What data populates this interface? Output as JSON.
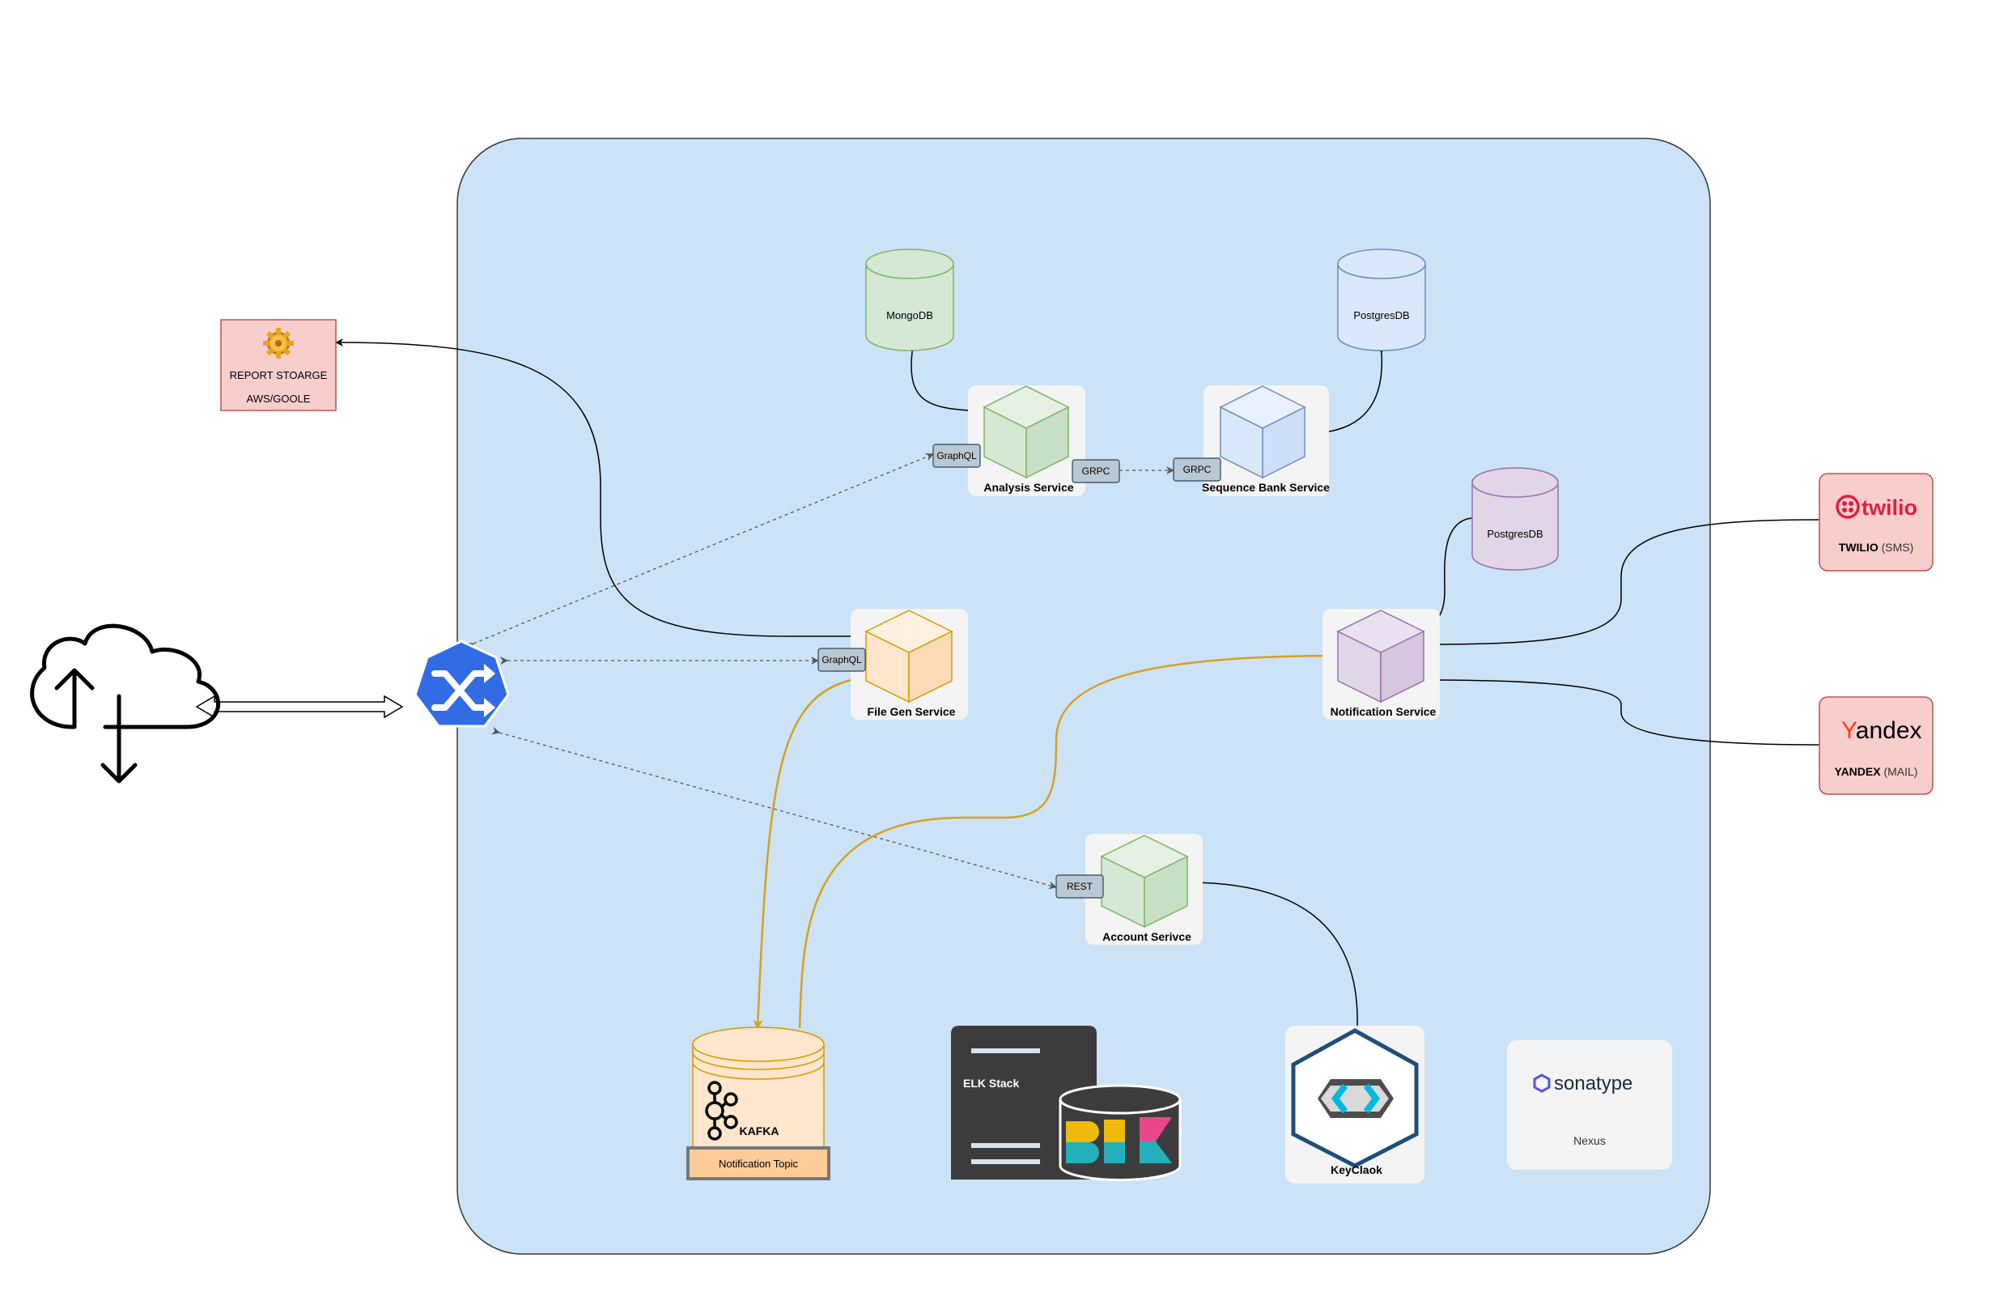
{
  "nodes": {
    "mongodb": "MongoDB",
    "postgres_sequence": "PostgresDB",
    "postgres_notification": "PostgresDB",
    "analysis_service": "Analysis Service",
    "sequence_bank_service": "Sequence Bank Service",
    "file_gen_service": "File Gen Service",
    "notification_service": "Notification Service",
    "account_service": "Account Serivce",
    "report_storage_line1": "REPORT STOARGE",
    "report_storage_line2": "AWS/GOOLE",
    "kafka": "KAFKA",
    "notification_topic": "Notification Topic",
    "elk_stack": "ELK Stack",
    "keycloak": "KeyClaok",
    "nexus": "Nexus",
    "sonatype_logo": "sonatype",
    "twilio_logo": "twilio",
    "twilio_label_bold": "TWILIO",
    "twilio_label_rest": " (SMS)",
    "yandex_logo_first": "Y",
    "yandex_logo_rest": "andex",
    "yandex_label_bold": "YANDEX",
    "yandex_label_rest": " (MAIL)"
  },
  "tags": {
    "graphql_analysis": "GraphQL",
    "grpc_analysis": "GRPC",
    "grpc_sequence": "GRPC",
    "graphql_filegen": "GraphQL",
    "rest_account": "REST"
  },
  "colors": {
    "container_fill": "#cce3f7",
    "container_stroke": "#36393d",
    "green_fill": "#d5e8d4",
    "green_stroke": "#82b366",
    "blue_fill": "#dae8fc",
    "blue_stroke": "#6c8ebf",
    "purple_fill": "#e1d5e7",
    "purple_stroke": "#9673a6",
    "orange_fill": "#ffe6cc",
    "orange_stroke": "#d79b00",
    "red_fill": "#f8cecc",
    "red_stroke": "#b85450",
    "tag_fill": "#bac8d3",
    "tag_stroke": "#23445d",
    "kafka_line": "#d6a01e",
    "gateway_blue": "#326ce5",
    "twilio_red": "#e0203e",
    "yandex_red": "#fc3f1d",
    "elk_dark": "#3c3c3c"
  },
  "icons": {
    "cloud": "cloud-upload-download-icon",
    "gateway": "kubernetes-gateway-shuffle-icon",
    "report": "gear-icon",
    "kafka": "kafka-icon",
    "keycloak": "keycloak-icon",
    "elk": "elk-stack-icon",
    "sonatype": "sonatype-hexagon-icon",
    "twilio": "twilio-icon"
  }
}
